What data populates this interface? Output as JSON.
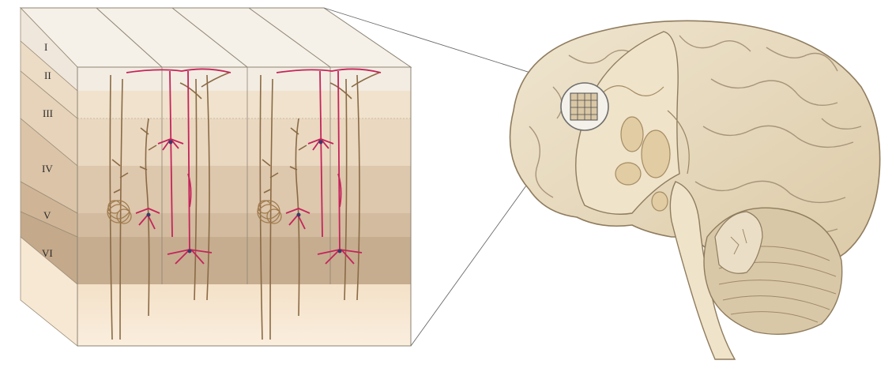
{
  "figure": {
    "layers": [
      "I",
      "II",
      "III",
      "IV",
      "V",
      "VI"
    ],
    "colors": {
      "background": "#ffffff",
      "layer_I": "#f3ece2",
      "layer_II": "#f0e2cc",
      "layer_III": "#ead8c1",
      "layer_IV": "#ddc7ad",
      "layer_V": "#d2bb9f",
      "layer_VI": "#c6ad90",
      "white_matter": "#f7e6cf",
      "neuron_brown": "#8a6a44",
      "neuron_pink": "#c5245a",
      "brain_tan": "#e9dcc1",
      "brain_outline": "#8f7c5e"
    },
    "icons": [
      "cortex-block-icon",
      "brain-sagittal-icon",
      "magnifier-circle-icon"
    ]
  }
}
